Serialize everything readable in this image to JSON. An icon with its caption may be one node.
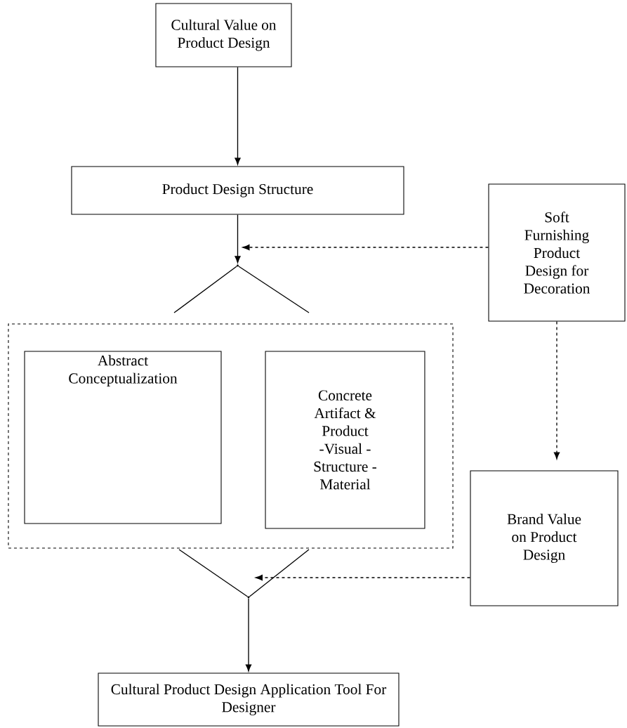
{
  "diagram": {
    "nodes": [
      {
        "text": [
          "Cultural Value on Product Design"
        ]
      },
      {
        "text": [
          "Product Design Structure"
        ]
      },
      {
        "text": [
          "Soft Furnishing Product Design for Decoration"
        ]
      },
      {
        "text": [],
        "shape": "box"
      },
      {
        "text": [
          "Abstract Conceptualization"
        ],
        "in": 3
      },
      {
        "text": [
          "Concrete Artifact & Product -Visual - Structure - Material"
        ],
        "in": 3
      },
      {
        "text": [
          "Brand Value on Product Design"
        ]
      },
      {
        "text": [
          "Cultural Product Design Application Tool For Designer"
        ]
      },
      {
        "text": [],
        "shape": "point"
      },
      {
        "text": [],
        "shape": "point"
      }
    ],
    "edges": [
      {
        "from": 0,
        "to": 1,
        "arrow": "to"
      },
      {
        "from": 1,
        "to": 8,
        "arrow": "to"
      },
      {
        "from": 2,
        "to": 8,
        "arrow": "to",
        "style": "dashed"
      },
      {
        "from": 8,
        "to": 3,
        "arrow": "none"
      },
      {
        "from": 8,
        "to": 3,
        "arrow": "none"
      },
      {
        "from": 2,
        "to": 6,
        "arrow": "to",
        "style": "dashed"
      },
      {
        "from": 3,
        "to": 9,
        "arrow": "none"
      },
      {
        "from": 3,
        "to": 9,
        "arrow": "none"
      },
      {
        "from": 9,
        "to": 7,
        "arrow": "to"
      },
      {
        "from": 6,
        "to": 9,
        "arrow": "to",
        "style": "dashed"
      }
    ]
  }
}
